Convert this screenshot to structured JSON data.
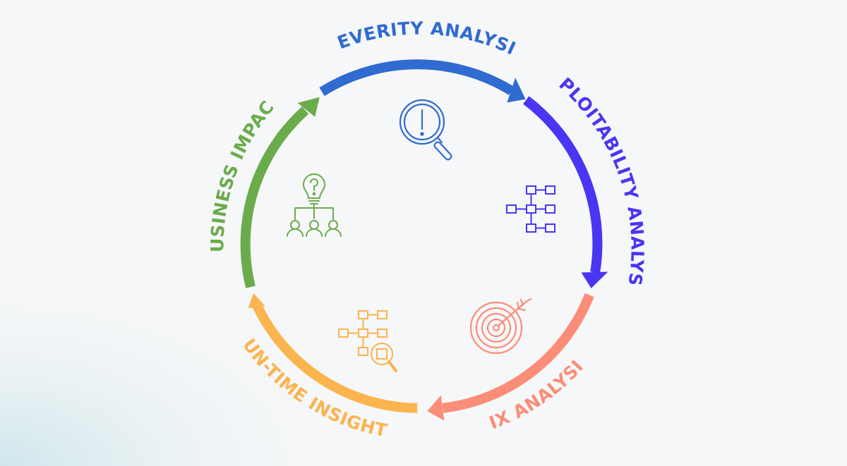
{
  "stages": [
    {
      "key": "severity",
      "label": "SEVERITY ANALYSIS",
      "color": "#2f6bd0",
      "icon": "magnifier-alert-icon"
    },
    {
      "key": "exploitability",
      "label": "EXPLOITABILITY ANALYSIS",
      "color": "#4a35f2",
      "icon": "flowchart-icon"
    },
    {
      "key": "fix",
      "label": "FIX ANALYSIS",
      "color": "#fb8d78",
      "icon": "target-arrow-icon"
    },
    {
      "key": "runtime",
      "label": "RUN-TIME INSIGHTS",
      "color": "#fbb44e",
      "icon": "flowchart-search-icon"
    },
    {
      "key": "business",
      "label": "BUSINESS IMPACT",
      "color": "#6aac4b",
      "icon": "lightbulb-team-icon"
    }
  ]
}
